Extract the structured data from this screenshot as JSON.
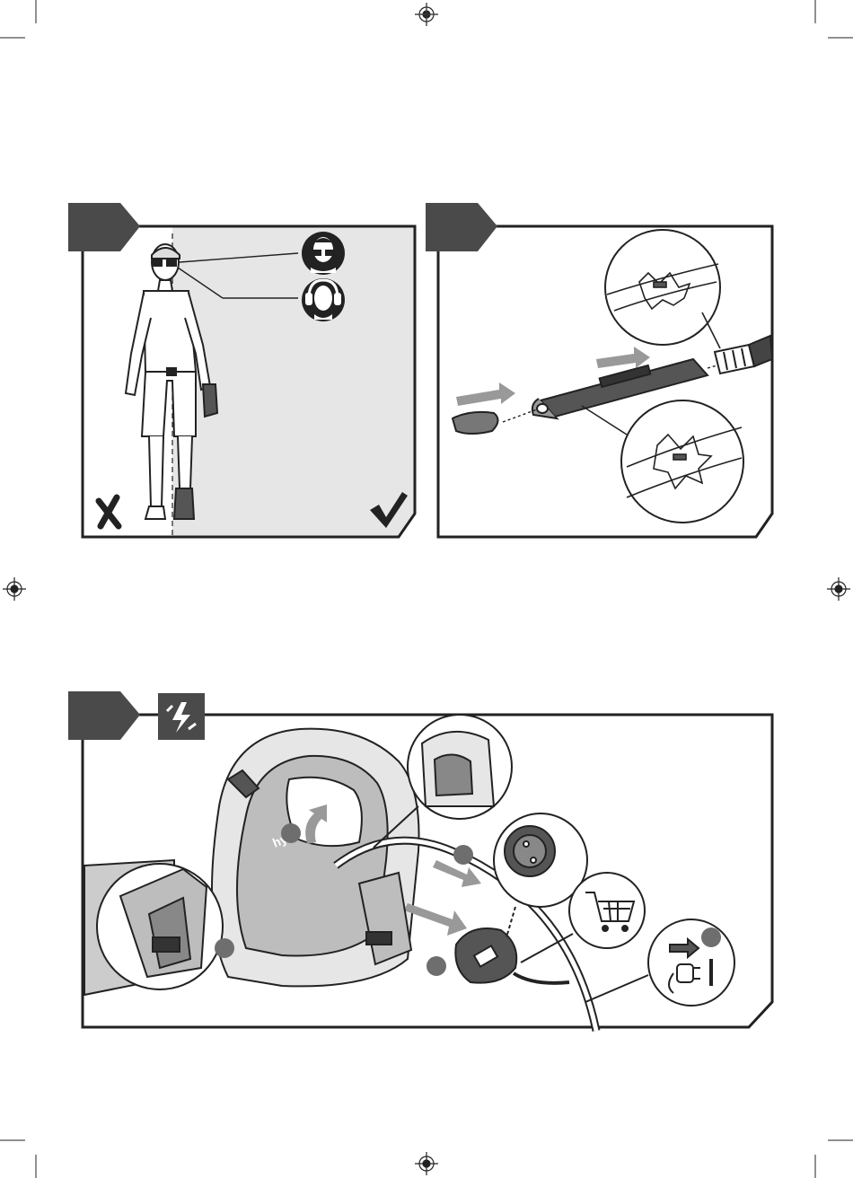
{
  "page": {
    "background": "#ffffff",
    "ink": "#222222",
    "tab_fill": "#4a4a4a",
    "panel_shade": "#e6e6e6",
    "marker_fill": "#6e6e6e"
  },
  "panels": [
    {
      "id": "panel-protective-gear",
      "step_tab_text": "",
      "icons": [
        "safety-glasses-icon",
        "ear-protection-icon",
        "cross-mark-icon",
        "check-mark-icon"
      ]
    },
    {
      "id": "panel-blower-tube",
      "step_tab_text": "",
      "icons": [
        "push-arrow-icon",
        "click-burst-icon"
      ]
    },
    {
      "id": "panel-mains-connection",
      "step_tab_text": "",
      "icons": [
        "electric-power-icon",
        "shopping-cart-icon",
        "plug-socket-icon"
      ],
      "device_label": "hybrid",
      "markers": [
        "",
        "",
        "",
        ""
      ]
    }
  ]
}
